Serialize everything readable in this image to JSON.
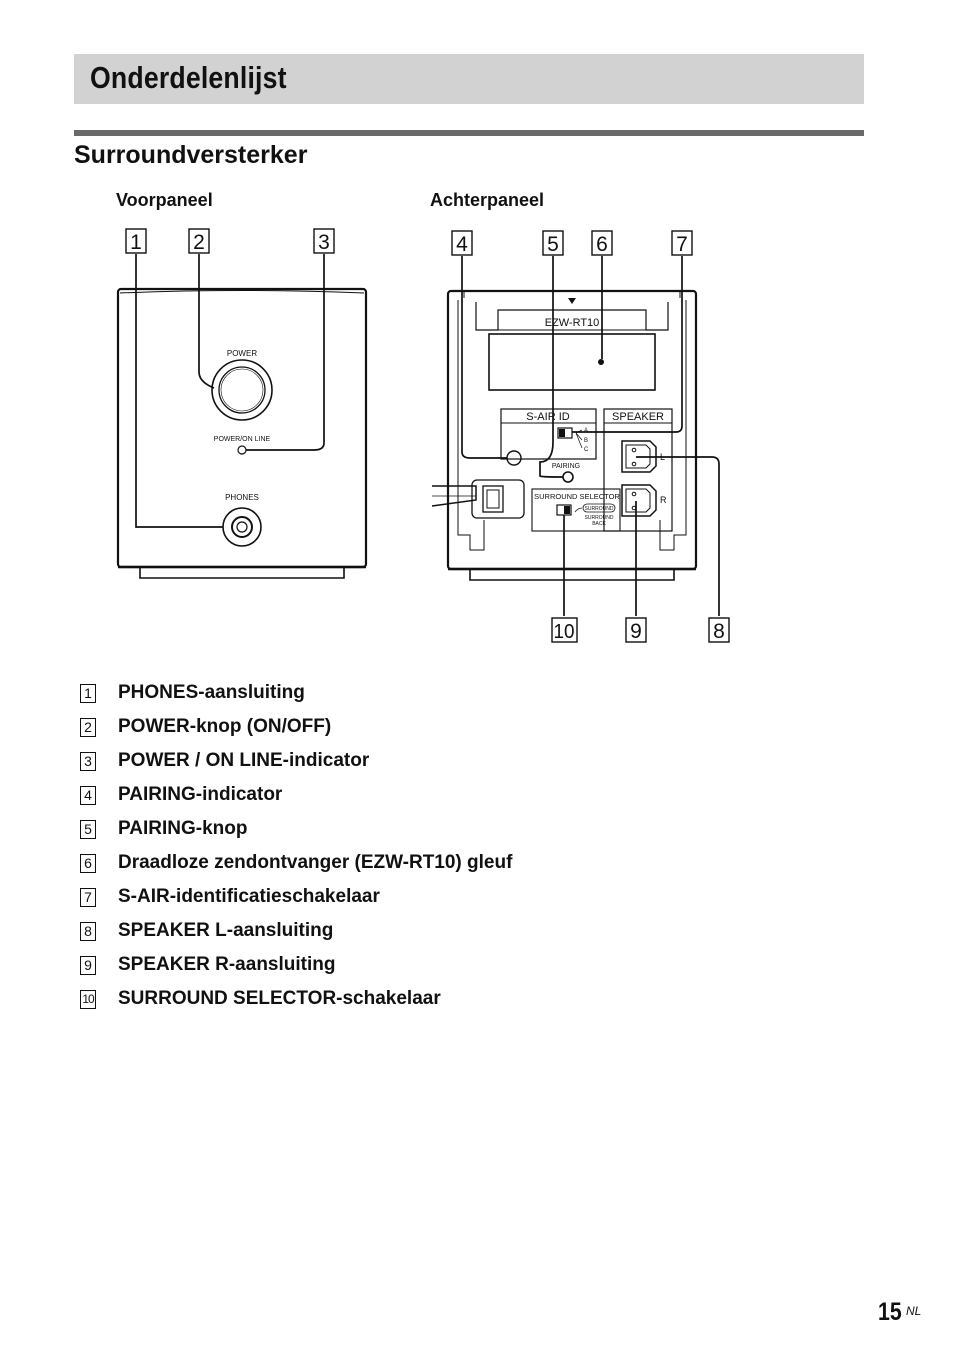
{
  "page": {
    "title": "Onderdelenlijst",
    "section": "Surroundversterker",
    "page_number": "15",
    "page_lang": "NL"
  },
  "front": {
    "label": "Voorpaneel",
    "power": "POWER",
    "online": "POWER/ON LINE",
    "phones": "PHONES"
  },
  "rear": {
    "label": "Achterpaneel",
    "slot": "EZW-RT10",
    "sair": "S-AIR ID",
    "speaker": "SPEAKER",
    "pos_a": "A",
    "pos_b": "B",
    "pos_c": "C",
    "pairing": "PAIRING",
    "surround_selector": "SURROUND SELECTOR",
    "surround": "SURROUND",
    "surround_back_1": "SURROUND",
    "surround_back_2": "BACK",
    "left": "L",
    "right": "R"
  },
  "callouts": [
    "1",
    "2",
    "3",
    "4",
    "5",
    "6",
    "7",
    "8",
    "9",
    "10"
  ],
  "legend": [
    {
      "num": "1",
      "text": "PHONES-aansluiting"
    },
    {
      "num": "2",
      "text": "POWER-knop (ON/OFF)"
    },
    {
      "num": "3",
      "text": "POWER / ON LINE-indicator"
    },
    {
      "num": "4",
      "text": "PAIRING-indicator"
    },
    {
      "num": "5",
      "text": "PAIRING-knop"
    },
    {
      "num": "6",
      "text": "Draadloze zendontvanger (EZW-RT10) gleuf"
    },
    {
      "num": "7",
      "text": "S-AIR-identificatieschakelaar"
    },
    {
      "num": "8",
      "text": "SPEAKER L-aansluiting"
    },
    {
      "num": "9",
      "text": "SPEAKER R-aansluiting"
    },
    {
      "num": "10",
      "text": "SURROUND SELECTOR-schakelaar"
    }
  ]
}
